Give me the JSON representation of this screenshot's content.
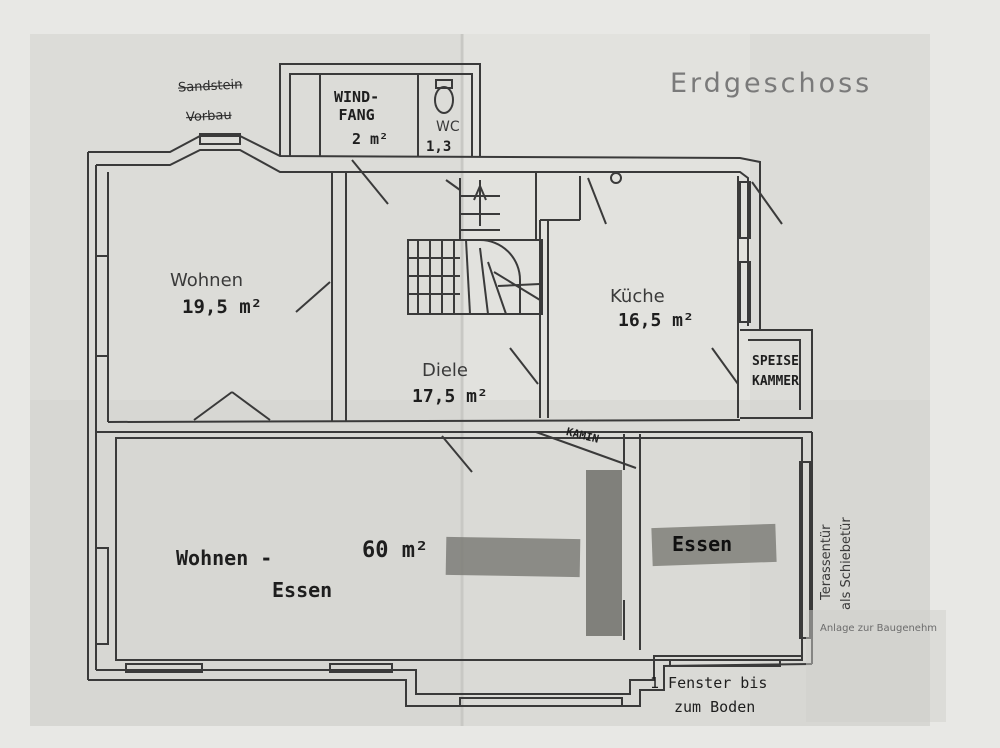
{
  "title": "Erdgeschoss",
  "rooms": {
    "windfang": {
      "name": "WIND-\nFANG",
      "area": "2 m²"
    },
    "wc": {
      "name": "WC",
      "area": "1,3"
    },
    "wohnen": {
      "name": "Wohnen",
      "area": "19,5 m²"
    },
    "kueche": {
      "name": "Küche",
      "area": "16,5 m²"
    },
    "diele": {
      "name": "Diele",
      "area": "17,5 m²"
    },
    "speisekammer": {
      "name": "SPEISE\nKAMMER"
    },
    "wohnen_essen": {
      "name_line1": "Wohnen -",
      "name_line2": "Essen",
      "area": "60 m²"
    },
    "essen": {
      "name": "Essen"
    }
  },
  "labels": {
    "struck_1": "Sandstein",
    "struck_2": "Vorbau",
    "kamin": "KAMIN",
    "terrace_1": "Terassentür",
    "terrace_2": "als Schiebetür",
    "note_1": "1 Fenster bis",
    "note_2": "zum Boden",
    "stamp": "Anlage zur Baugenehm"
  }
}
